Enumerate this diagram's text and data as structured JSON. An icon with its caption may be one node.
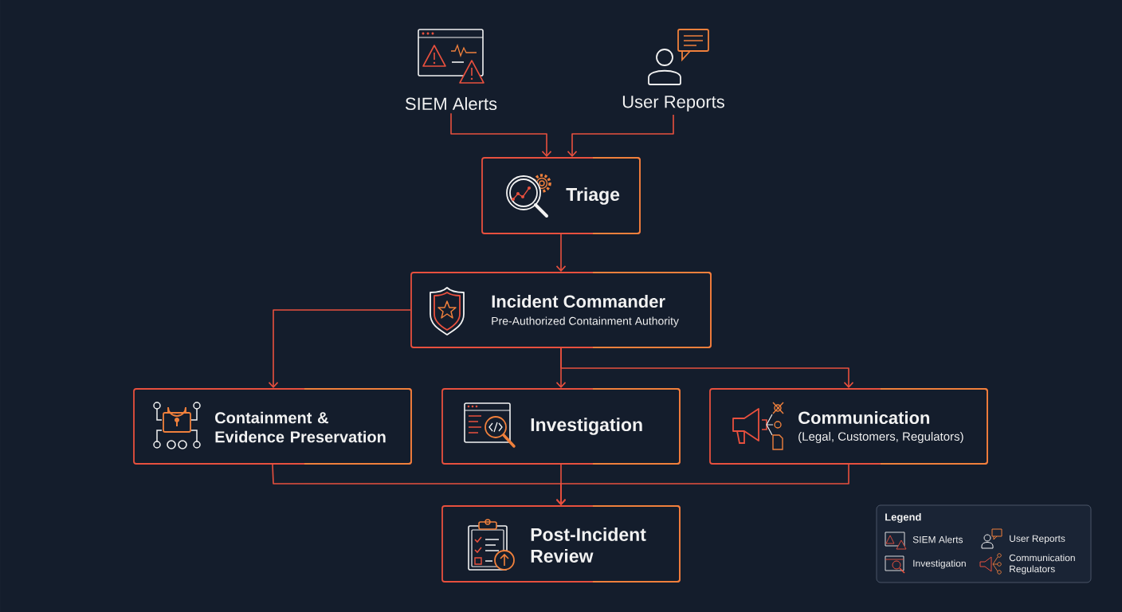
{
  "diagram": {
    "nodes": [
      {
        "text": [
          "SIEM Alerts"
        ]
      },
      {
        "text": [
          "User Reports"
        ]
      },
      {
        "text": [
          "Triage"
        ]
      },
      {
        "text": [
          "Incident Commander",
          "Pre-Authorized Containment Authority"
        ]
      },
      {
        "text": [
          "Containment & Evidence Preservation"
        ]
      },
      {
        "text": [
          "Investigation"
        ]
      },
      {
        "text": [
          "Communication",
          "(Legal, Customers, Regulators)"
        ]
      },
      {
        "text": [
          "Post-Incident Review"
        ]
      }
    ],
    "edges": [
      {
        "from": 0,
        "to": 2,
        "arrow": "to"
      },
      {
        "from": 1,
        "to": 2,
        "arrow": "to"
      },
      {
        "from": 2,
        "to": 3,
        "arrow": "to"
      },
      {
        "from": 3,
        "to": 4,
        "arrow": "to"
      },
      {
        "from": 3,
        "to": 5,
        "arrow": "to"
      },
      {
        "from": 3,
        "to": 6,
        "arrow": "to"
      },
      {
        "from": 4,
        "to": 7,
        "arrow": "to"
      },
      {
        "from": 5,
        "to": 7,
        "arrow": "to"
      },
      {
        "from": 6,
        "to": 7,
        "arrow": "to"
      }
    ],
    "labels": [
      "Legend"
    ],
    "legend": [
      {
        "text": "SIEM Alerts"
      },
      {
        "text": "User Reports"
      },
      {
        "text": "Investigation"
      },
      {
        "text": "Communication Regulators"
      }
    ]
  }
}
